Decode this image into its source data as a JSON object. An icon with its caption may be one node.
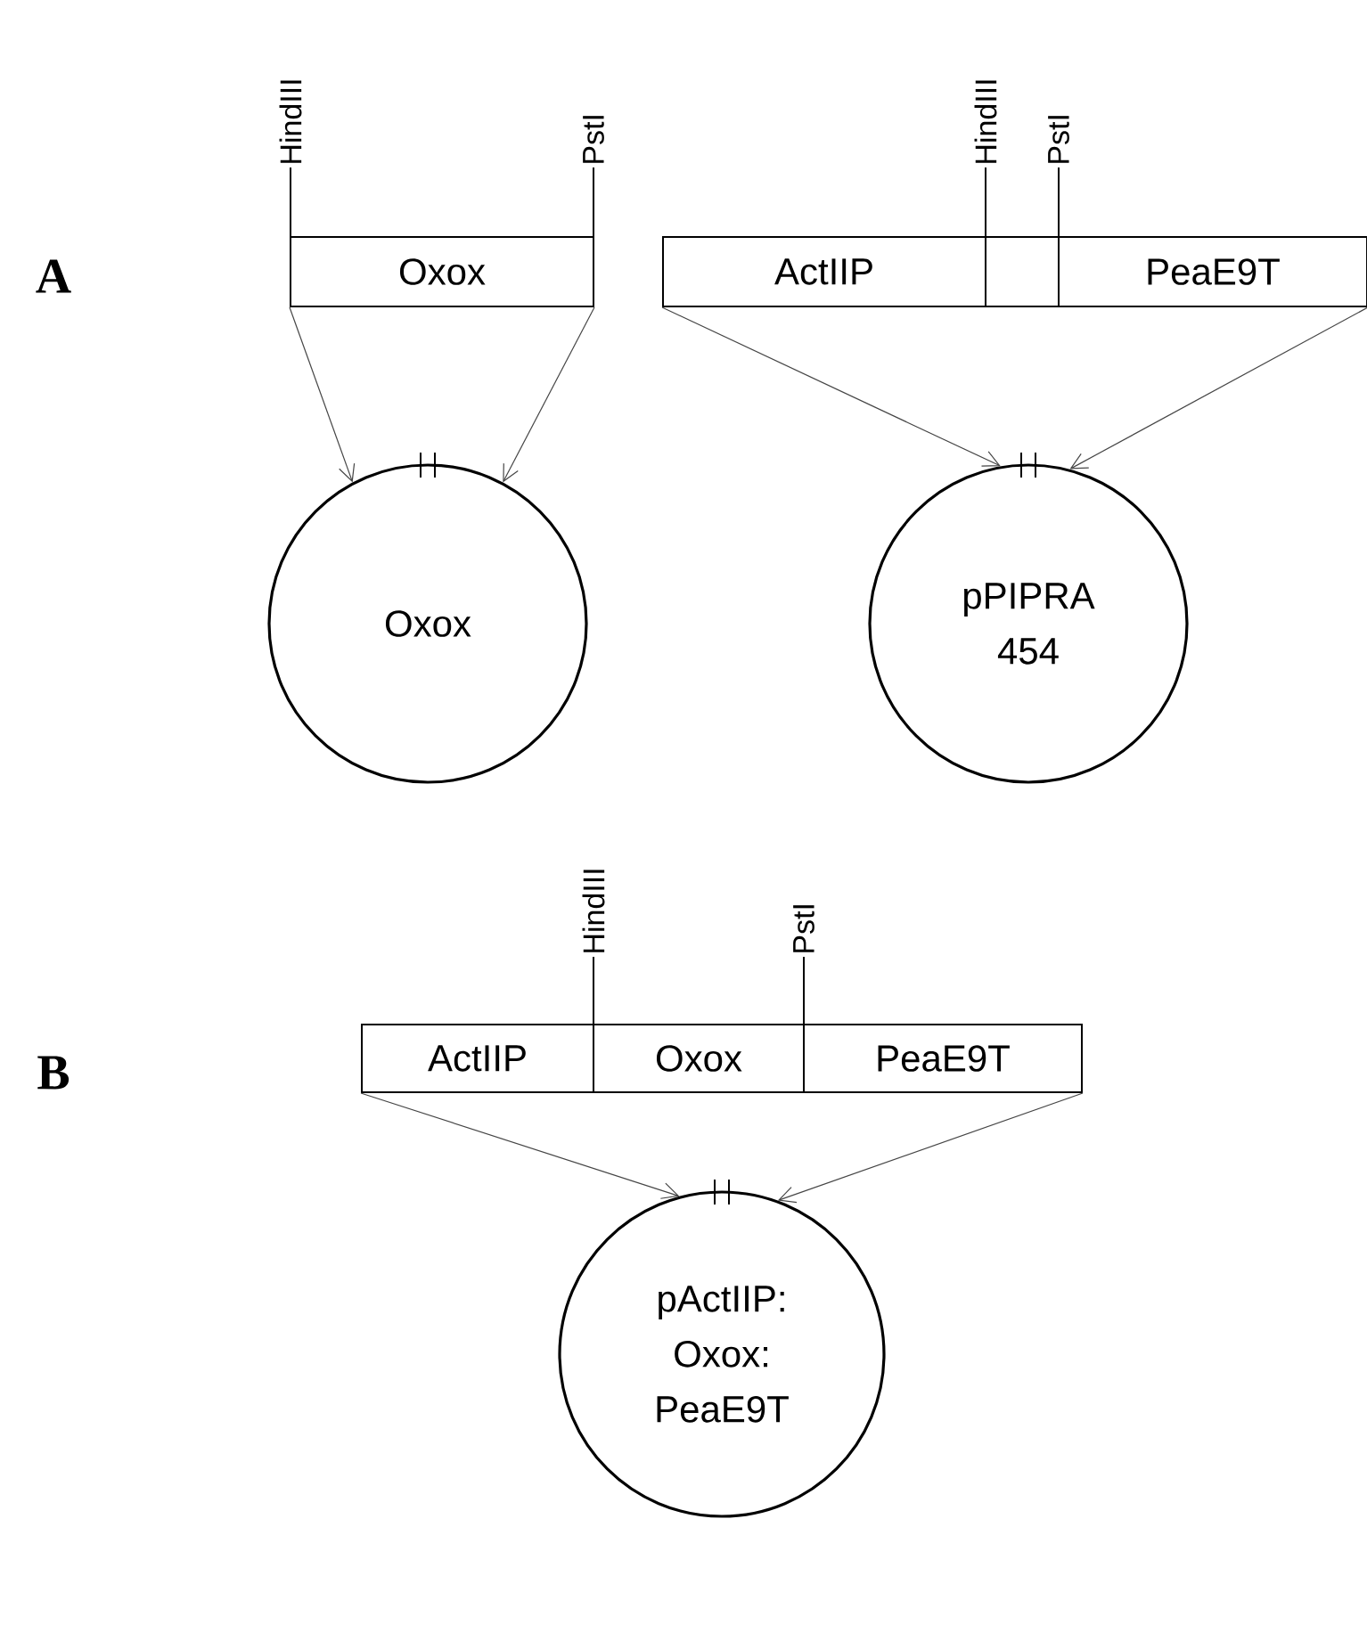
{
  "diagram": {
    "nodes": [
      {
        "text": [
          "Oxox"
        ]
      },
      {
        "text": [
          "ActIIP"
        ]
      },
      {
        "text": [],
        "shape": "box"
      },
      {
        "text": [
          "PeaE9T"
        ]
      },
      {
        "text": [
          "Oxox"
        ]
      },
      {
        "text": [
          "pPIPRA 454"
        ]
      },
      {
        "text": [
          "ActIIP"
        ]
      },
      {
        "text": [
          "Oxox"
        ]
      },
      {
        "text": [
          "PeaE9T"
        ]
      },
      {
        "text": [
          "pActIIP: Oxox: PeaE9T"
        ]
      },
      {
        "text": [
          "HindIII"
        ]
      },
      {
        "text": [
          "PstI"
        ]
      },
      {
        "text": [
          "HindIII"
        ]
      },
      {
        "text": [
          "PstI"
        ]
      },
      {
        "text": [
          "HindIII"
        ]
      },
      {
        "text": [
          "PstI"
        ]
      }
    ],
    "edges": [
      {
        "from": 0,
        "to": 4,
        "arrow": "to"
      },
      {
        "from": 0,
        "to": 4,
        "arrow": "to"
      },
      {
        "from": 1,
        "to": 5,
        "arrow": "to"
      },
      {
        "from": 3,
        "to": 5,
        "arrow": "to"
      },
      {
        "from": 6,
        "to": 9,
        "arrow": "to"
      },
      {
        "from": 8,
        "to": 9,
        "arrow": "to"
      },
      {
        "from": 10,
        "to": 0,
        "arrow": "none"
      },
      {
        "from": 11,
        "to": 0,
        "arrow": "none"
      },
      {
        "from": 12,
        "to": 2,
        "arrow": "none"
      },
      {
        "from": 13,
        "to": 2,
        "arrow": "none"
      },
      {
        "from": 14,
        "to": 7,
        "arrow": "none"
      },
      {
        "from": 15,
        "to": 7,
        "arrow": "none"
      }
    ],
    "labels": [
      "A",
      "B"
    ]
  }
}
